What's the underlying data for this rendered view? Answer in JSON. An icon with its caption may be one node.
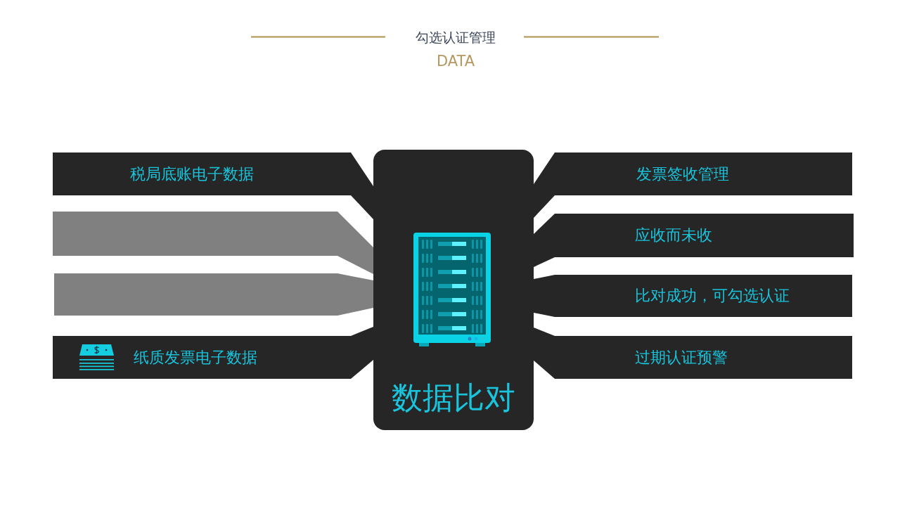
{
  "diagram": {
    "title": "勾选认证管理",
    "nodes": [
      {
        "text": [
          "税局底账电子数据"
        ]
      },
      {
        "text": [],
        "shape": "bar"
      },
      {
        "text": [],
        "shape": "bar"
      },
      {
        "text": [
          "纸质发票电子数据"
        ]
      },
      {
        "text": [
          "数据比对"
        ]
      },
      {
        "text": [
          "发票签收管理"
        ]
      },
      {
        "text": [
          "应收而未收"
        ]
      },
      {
        "text": [
          "比对成功，可勾选认证"
        ]
      },
      {
        "text": [
          "过期认证预警"
        ]
      }
    ],
    "edges": [
      {
        "from": 0,
        "to": 4,
        "arrow": "none"
      },
      {
        "from": 1,
        "to": 4,
        "arrow": "none",
        "color": "#808080"
      },
      {
        "from": 2,
        "to": 4,
        "arrow": "none",
        "color": "#808080"
      },
      {
        "from": 3,
        "to": 4,
        "arrow": "none"
      },
      {
        "from": 4,
        "to": 5,
        "arrow": "none"
      },
      {
        "from": 4,
        "to": 6,
        "arrow": "none"
      },
      {
        "from": 4,
        "to": 7,
        "arrow": "none"
      },
      {
        "from": 4,
        "to": 8,
        "arrow": "none"
      }
    ],
    "labels": [
      "DATA"
    ]
  }
}
